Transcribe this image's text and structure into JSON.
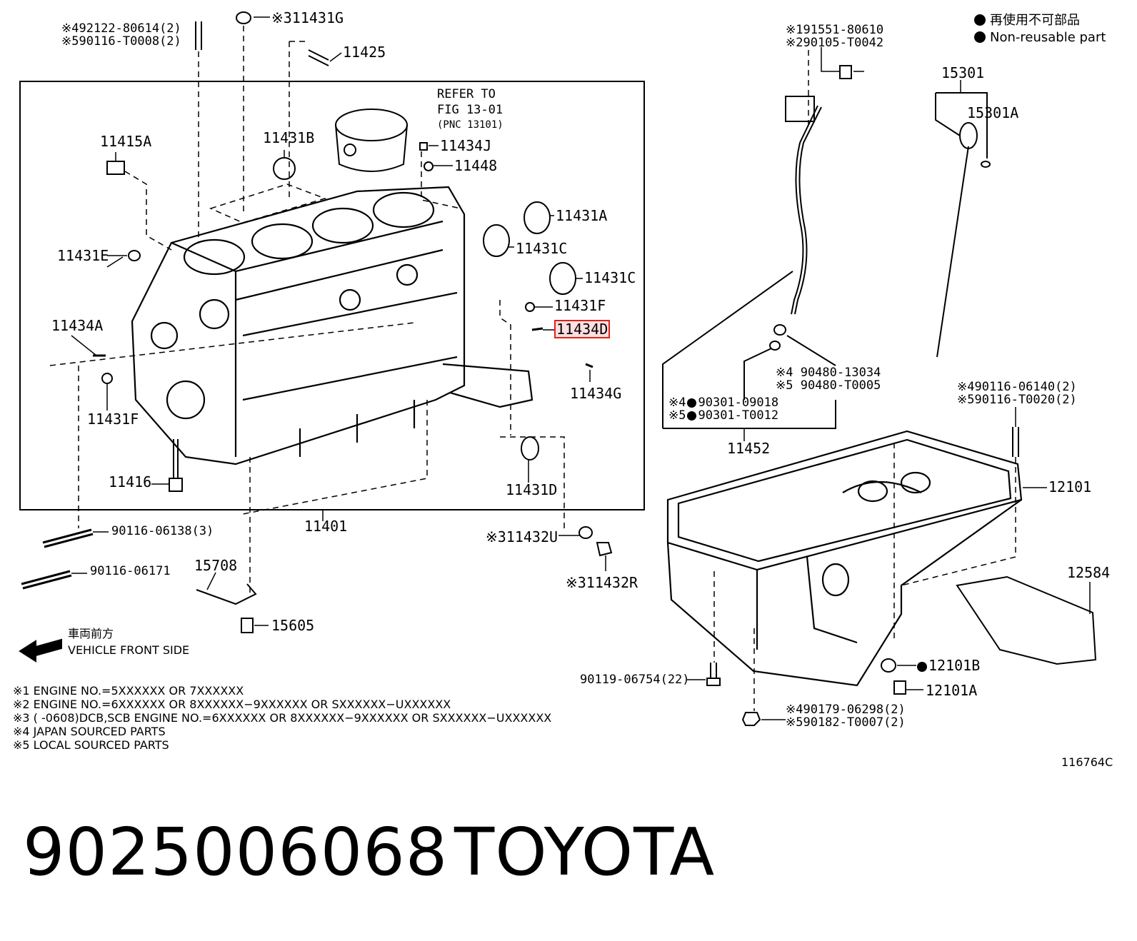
{
  "legend": {
    "line_jp": "再使用不可部品",
    "line_en": "Non-reusable part"
  },
  "labels": {
    "top_stud_4": "※492122-80614(2)",
    "top_stud_5": "※590116-T0008(2)",
    "p_11431G": "※311431G",
    "p_11425": "11425",
    "refer_1": "REFER TO",
    "refer_2": "FIG 13-01",
    "refer_3": "(PNC 13101)",
    "p_11434J": "11434J",
    "p_11448": "11448",
    "p_11415A": "11415A",
    "p_11431B": "11431B",
    "p_11431A": "11431A",
    "p_11431C_1": "11431C",
    "p_11431C_2": "11431C",
    "p_11431E": "11431E",
    "p_11431F_1": "11431F",
    "p_11434D": "11434D",
    "p_11434A": "11434A",
    "p_11434G": "11434G",
    "p_11431F_2": "11431F",
    "p_11416": "11416",
    "p_11431D": "11431D",
    "p_11401": "11401",
    "stud_1": "90116-06138(3)",
    "stud_2": "90116-06171",
    "p_11432U": "※311432U",
    "p_11432R": "※311432R",
    "p_15708": "15708",
    "p_15605": "15605",
    "gauge_bolt_1": "※191551-80610",
    "gauge_bolt_2": "※290105-T0042",
    "p_15301": "15301",
    "p_15301A": "15301A",
    "oring_4": "※4 90480-13034",
    "oring_5": "※5 90480-T0005",
    "gasket_4": "90301-09018",
    "gasket_4_prefix": "※4",
    "gasket_5": "90301-T0012",
    "gasket_5_prefix": "※5",
    "p_11452": "11452",
    "pan_stud_4": "※490116-06140(2)",
    "pan_stud_5": "※590116-T0020(2)",
    "p_12101": "12101",
    "p_12584": "12584",
    "p_12101B": "12101B",
    "p_12101A": "12101A",
    "pan_bolt": "90119-06754(22)",
    "pan_nut_4": "※490179-06298(2)",
    "pan_nut_5": "※590182-T0007(2)",
    "front_jp": "車両前方",
    "front_en": "VEHICLE FRONT SIDE",
    "fig_code": "116764C"
  },
  "notes": [
    "※1 ENGINE NO.=5XXXXXX OR 7XXXXXX",
    "※2 ENGINE NO.=6XXXXXX OR 8XXXXXX−9XXXXXX OR SXXXXXX−UXXXXXX",
    "※3 (       -0608)DCB,SCB ENGINE NO.=6XXXXXX OR 8XXXXXX−9XXXXXX OR SXXXXXX−UXXXXXX",
    "※4 JAPAN SOURCED PARTS",
    "※5 LOCAL SOURCED PARTS"
  ],
  "footer": {
    "part_number": "9025006068",
    "brand": "TOYOTA"
  },
  "highlight_color": "#e0201c"
}
